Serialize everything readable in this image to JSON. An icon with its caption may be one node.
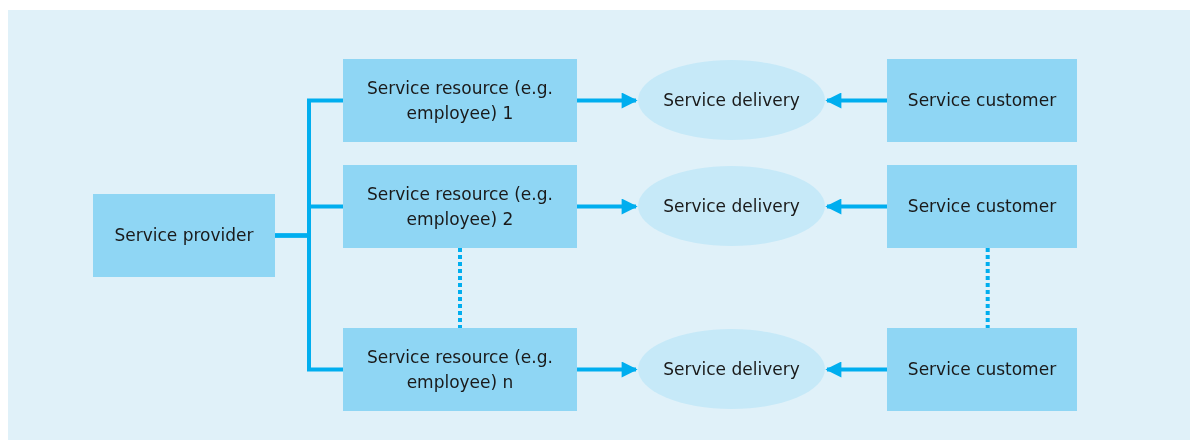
{
  "diagram": {
    "nodes": [
      {
        "text": [
          "Service provider"
        ]
      },
      {
        "text": [
          "Service resource (e.g. employee) 1"
        ]
      },
      {
        "text": [
          "Service resource (e.g. employee) 2"
        ]
      },
      {
        "text": [
          "Service resource (e.g. employee) n"
        ]
      },
      {
        "text": [
          "Service delivery"
        ]
      },
      {
        "text": [
          "Service delivery"
        ]
      },
      {
        "text": [
          "Service delivery"
        ]
      },
      {
        "text": [
          "Service customer"
        ]
      },
      {
        "text": [
          "Service customer"
        ]
      },
      {
        "text": [
          "Service customer"
        ]
      }
    ],
    "edges": [
      {
        "from": 0,
        "to": 1,
        "arrow": "none"
      },
      {
        "from": 0,
        "to": 2,
        "arrow": "none"
      },
      {
        "from": 0,
        "to": 3,
        "arrow": "none"
      },
      {
        "from": 1,
        "to": 4,
        "arrow": "to"
      },
      {
        "from": 2,
        "to": 5,
        "arrow": "to"
      },
      {
        "from": 3,
        "to": 6,
        "arrow": "to"
      },
      {
        "from": 7,
        "to": 4,
        "arrow": "to"
      },
      {
        "from": 8,
        "to": 5,
        "arrow": "to"
      },
      {
        "from": 9,
        "to": 6,
        "arrow": "to"
      },
      {
        "from": 2,
        "to": 3,
        "arrow": "none",
        "style": "dashed"
      },
      {
        "from": 8,
        "to": 9,
        "arrow": "none",
        "style": "dashed"
      }
    ]
  }
}
